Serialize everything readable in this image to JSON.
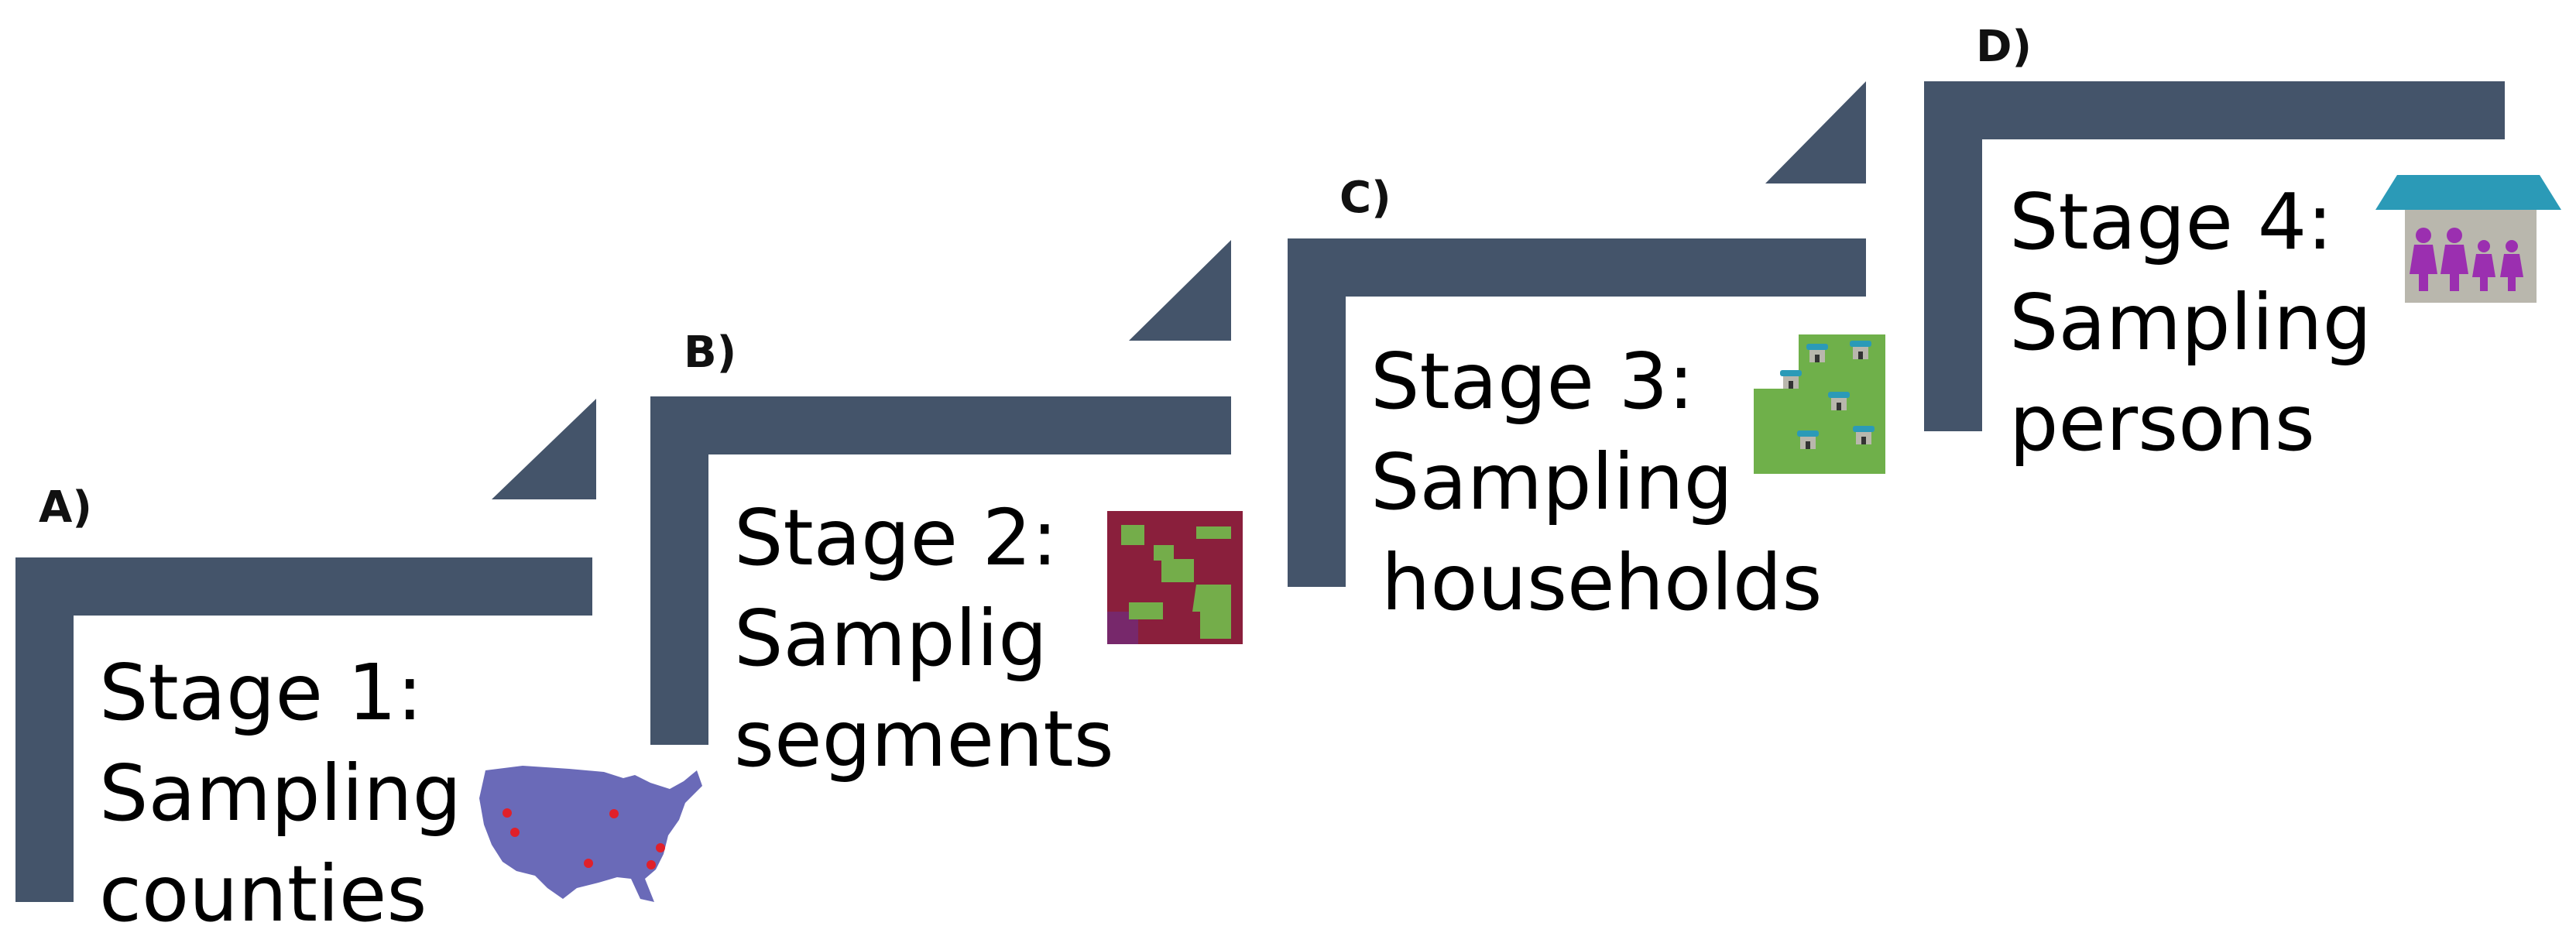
{
  "stages": [
    {
      "letter": "A)",
      "line1": "Stage 1:",
      "line2": "Sampling",
      "line3": "counties",
      "icon": "usa-map-icon"
    },
    {
      "letter": "B)",
      "line1": "Stage 2:",
      "line2": "Samplig",
      "line3": "segments",
      "icon": "segments-map-icon"
    },
    {
      "letter": "C)",
      "line1": "Stage 3:",
      "line2": "Sampling",
      "line3": "households",
      "icon": "households-icon"
    },
    {
      "letter": "D)",
      "line1": "Stage 4:",
      "line2": "Sampling",
      "line3": "persons",
      "icon": "house-persons-icon"
    }
  ],
  "colors": {
    "step": "#44546a",
    "usa_map": "#6a6ab8",
    "usa_dots": "#e0202a",
    "segments_bg": "#8a1f3c",
    "segments_blocks": "#74ad4a",
    "households_bg": "#6fb04a",
    "roof": "#2b9ab7",
    "house_wall": "#b9b7ad",
    "persons": "#9b2fb0"
  }
}
